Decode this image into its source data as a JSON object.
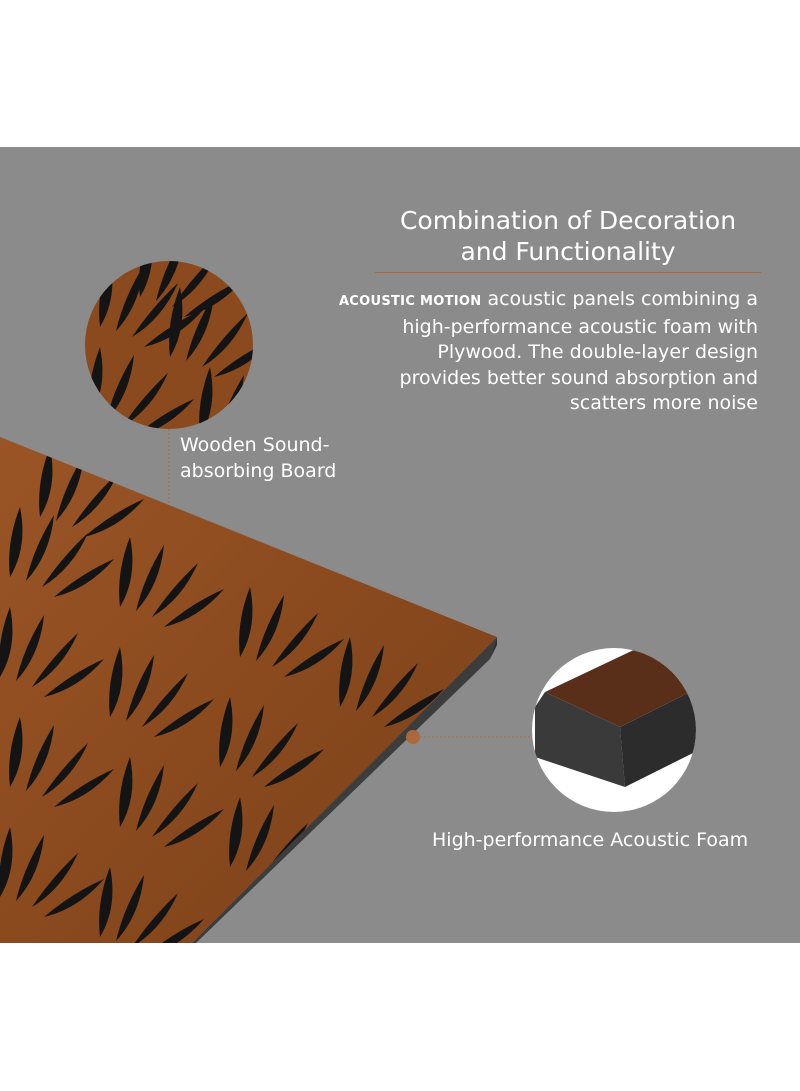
{
  "header": {
    "title_line1": "Combination of Decoration",
    "title_line2": "and Functionality"
  },
  "description": {
    "brand": "ACOUSTIC MOTION",
    "line1_rest": "acoustic panels combining a",
    "line2": "high-performance acoustic foam with",
    "line3": "Plywood. The double-layer design",
    "line4": "provides better sound absorption and",
    "line5": "scatters more noise"
  },
  "callouts": {
    "wood_line1": "Wooden Sound-",
    "wood_line2": "absorbing Board",
    "foam": "High-performance Acoustic Foam"
  },
  "colors": {
    "banner_background": "#8b8b8b",
    "wood": "#8a4a1e",
    "foam": "#3a3a3a",
    "accent_rule": "#a86a3c",
    "text": "#ffffff"
  }
}
